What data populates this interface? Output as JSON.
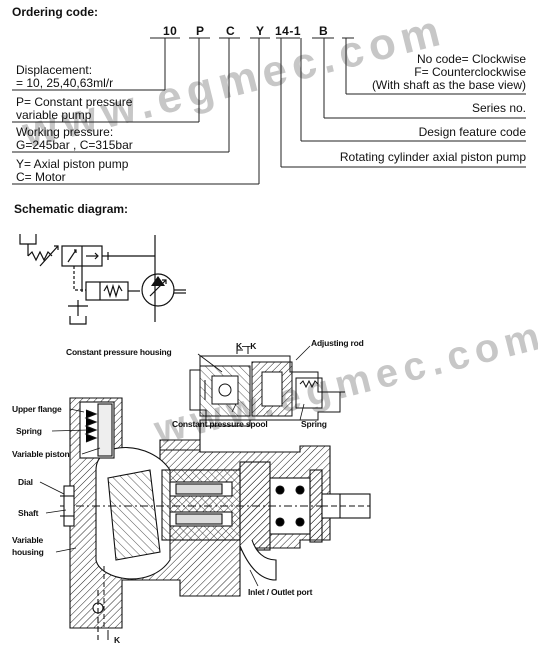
{
  "ordering": {
    "heading": "Ordering code:",
    "codes": [
      "10",
      "P",
      "C",
      "Y",
      "14-1",
      "B"
    ],
    "left_labels": {
      "displacement_title": "Displacement:",
      "displacement_values": "= 10, 25,40,63ml/r",
      "p_line1": "P= Constant  pressure",
      "p_line2": "variable pump",
      "wp_title": "Working pressure:",
      "wp_values": "G=245bar , C=315bar",
      "y_line1": "Y= Axial piston pump",
      "y_line2": "C= Motor"
    },
    "right_labels": {
      "rotation_line1": "No code= Clockwise",
      "rotation_line2": "F= Counterclockwise",
      "rotation_line3": "(With shaft as the base view)",
      "series": "Series no.",
      "design": "Design feature code",
      "rotating": "Rotating cylinder axial piston pump"
    }
  },
  "schematic": {
    "heading": "Schematic diagram:"
  },
  "cutaway": {
    "section_mark": "K—K",
    "section_letter": "K",
    "labels": {
      "constant_pressure_housing": "Constant pressure housing",
      "adjusting_rod": "Adjusting rod",
      "constant_pressure_spool": "Constant pressure spool",
      "spring_right": "Spring",
      "upper_flange": "Upper flange",
      "spring_left": "Spring",
      "variable_piston": "Variable piston",
      "dial": "Dial",
      "shaft": "Shaft",
      "variable_housing_1": "Variable",
      "variable_housing_2": "housing",
      "inlet_outlet": "Inlet / Outlet port"
    }
  },
  "watermark": {
    "text_top": "www.egmec.com",
    "text_bottom": "www.egmec.com"
  }
}
